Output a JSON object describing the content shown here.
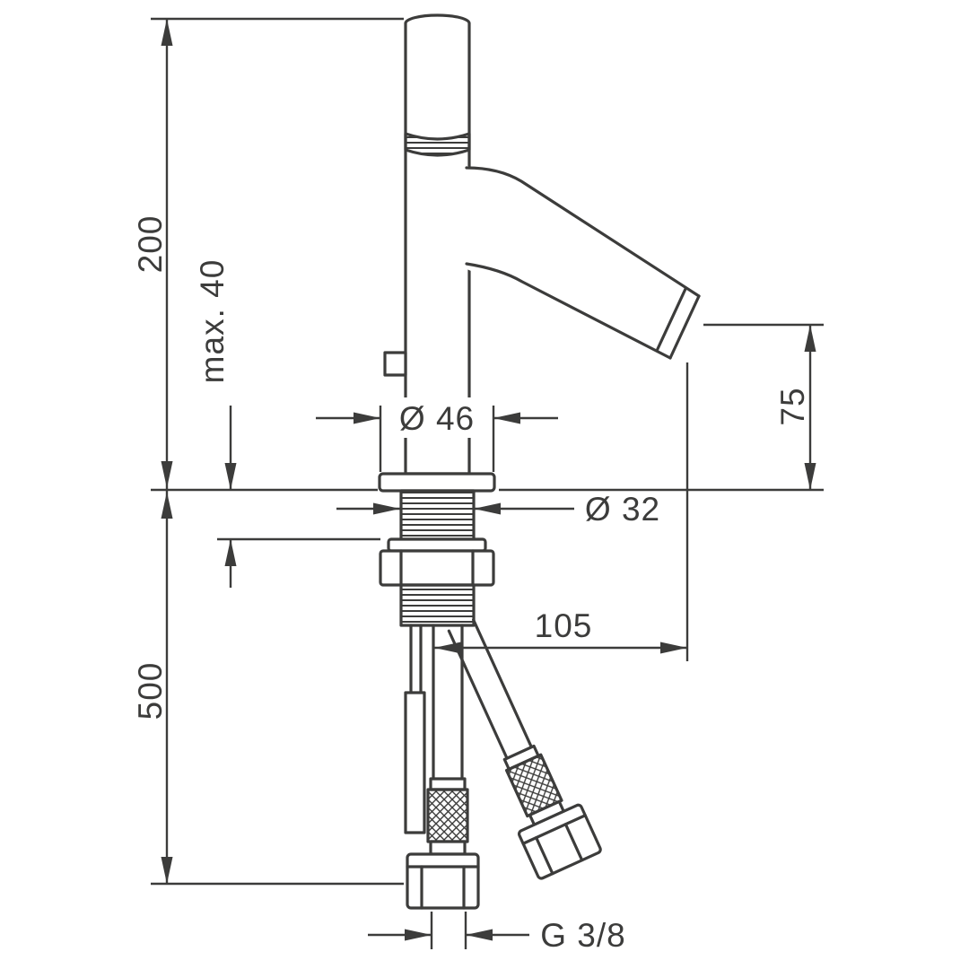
{
  "page": {
    "background_color": "#ffffff",
    "line_color": "#3c3c3b"
  },
  "labels": {
    "overall_height": "200",
    "max_deck_thickness": "max. 40",
    "base_diameter": "Ø 46",
    "shank_diameter": "Ø 32",
    "outlet_height": "75",
    "outlet_reach": "105",
    "connection_length": "500",
    "connection_thread": "G 3/8"
  }
}
